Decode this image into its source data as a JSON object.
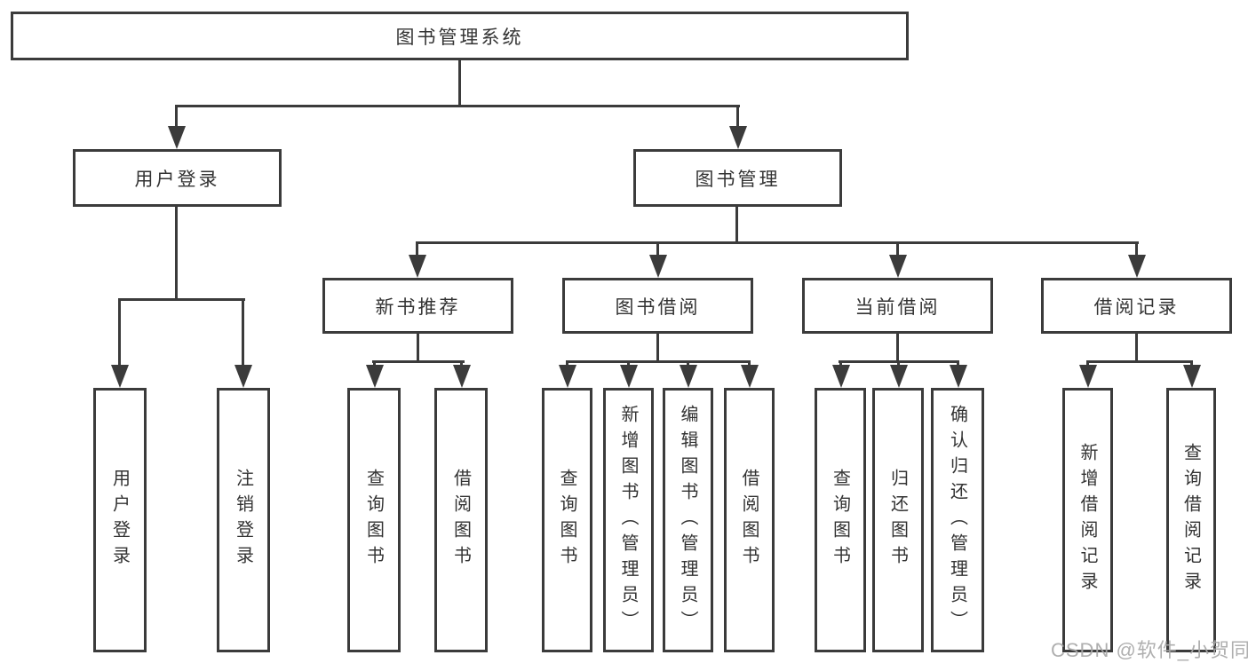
{
  "tree": {
    "label": "图书管理系统",
    "children": [
      {
        "label": "用户登录",
        "children": [
          {
            "label": "用户登录"
          },
          {
            "label": "注销登录"
          }
        ]
      },
      {
        "label": "图书管理",
        "children": [
          {
            "label": "新书推荐",
            "children": [
              {
                "label": "查询图书"
              },
              {
                "label": "借阅图书"
              }
            ]
          },
          {
            "label": "图书借阅",
            "children": [
              {
                "label": "查询图书"
              },
              {
                "label": "新增图书（管理员）"
              },
              {
                "label": "编辑图书（管理员）"
              },
              {
                "label": "借阅图书"
              }
            ]
          },
          {
            "label": "当前借阅",
            "children": [
              {
                "label": "查询图书"
              },
              {
                "label": "归还图书"
              },
              {
                "label": "确认归还（管理员）"
              }
            ]
          },
          {
            "label": "借阅记录",
            "children": [
              {
                "label": "新增借阅记录"
              },
              {
                "label": "查询借阅记录"
              }
            ]
          }
        ]
      }
    ]
  },
  "watermark": "CSDN @软件_小贺同学",
  "colors": {
    "line": "#3b3b3b",
    "box_border": "#3b3b3b",
    "text": "#333333",
    "watermark": "#a8a8a8",
    "background": "#ffffff"
  }
}
